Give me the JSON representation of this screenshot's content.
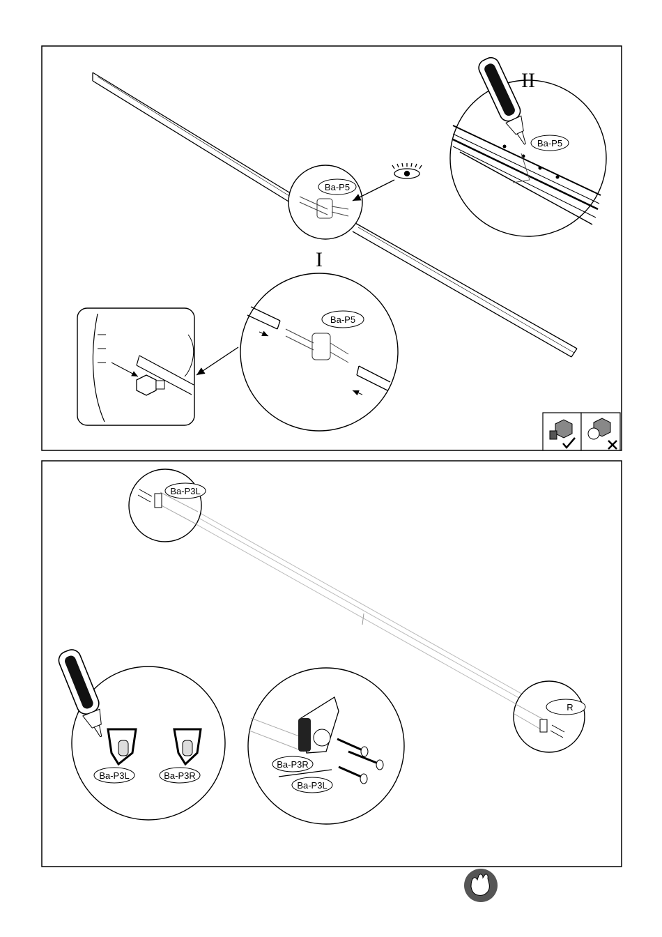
{
  "panel_top": {
    "step_labels": {
      "one": "I",
      "two": "II"
    },
    "part_labels": {
      "main": "Ba-P5",
      "detail_one": "Ba-P5",
      "detail_two": "Ba-P5"
    },
    "icons": {
      "eye": "eye-icon",
      "correct": "bolt-correct-icon",
      "wrong": "bolt-wrong-icon"
    }
  },
  "panel_bottom": {
    "part_labels": {
      "top_end": "Ba-P3L",
      "right_end": "R",
      "glue_left": "Ba-P3L",
      "glue_right": "Ba-P3R",
      "screw_upper": "Ba-P3R",
      "screw_lower": "Ba-P3L"
    },
    "icons": {
      "glue": "glue-tube-icon",
      "screw": "screw-icon"
    }
  },
  "footer": {
    "icon": "gloves-icon"
  }
}
